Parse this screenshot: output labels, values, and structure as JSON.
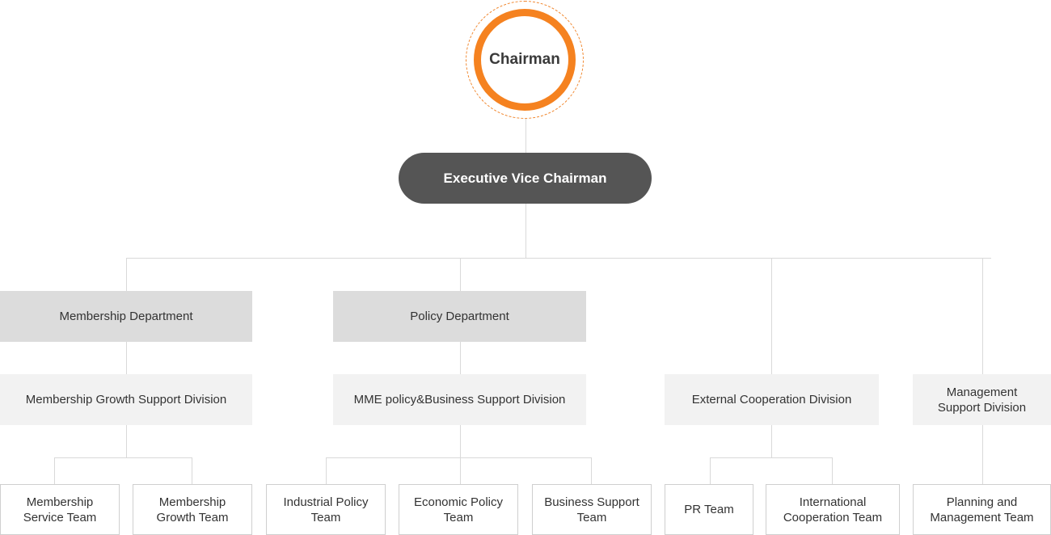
{
  "chairman": "Chairman",
  "executive_vice_chairman": "Executive Vice Chairman",
  "departments": {
    "membership": "Membership Department",
    "policy": "Policy Department"
  },
  "divisions": {
    "membership_growth_support": "Membership Growth Support Division",
    "mme_policy_business_support": "MME policy&Business Support Division",
    "external_cooperation": "External Cooperation Division",
    "management_support": "Management Support Division"
  },
  "teams": {
    "membership_service": "Membership Service Team",
    "membership_growth": "Membership Growth Team",
    "industrial_policy": "Industrial Policy Team",
    "economic_policy": "Economic Policy Team",
    "business_support": "Business Support Team",
    "pr": "PR Team",
    "international_cooperation": "International Cooperation Team",
    "planning_management": "Planning and Management Team"
  },
  "colors": {
    "chairman_ring": "#f58220",
    "executive_fill": "#555555",
    "department_fill": "#dcdcdc",
    "division_fill": "#f2f2f2",
    "connector": "#d9d9d9"
  }
}
